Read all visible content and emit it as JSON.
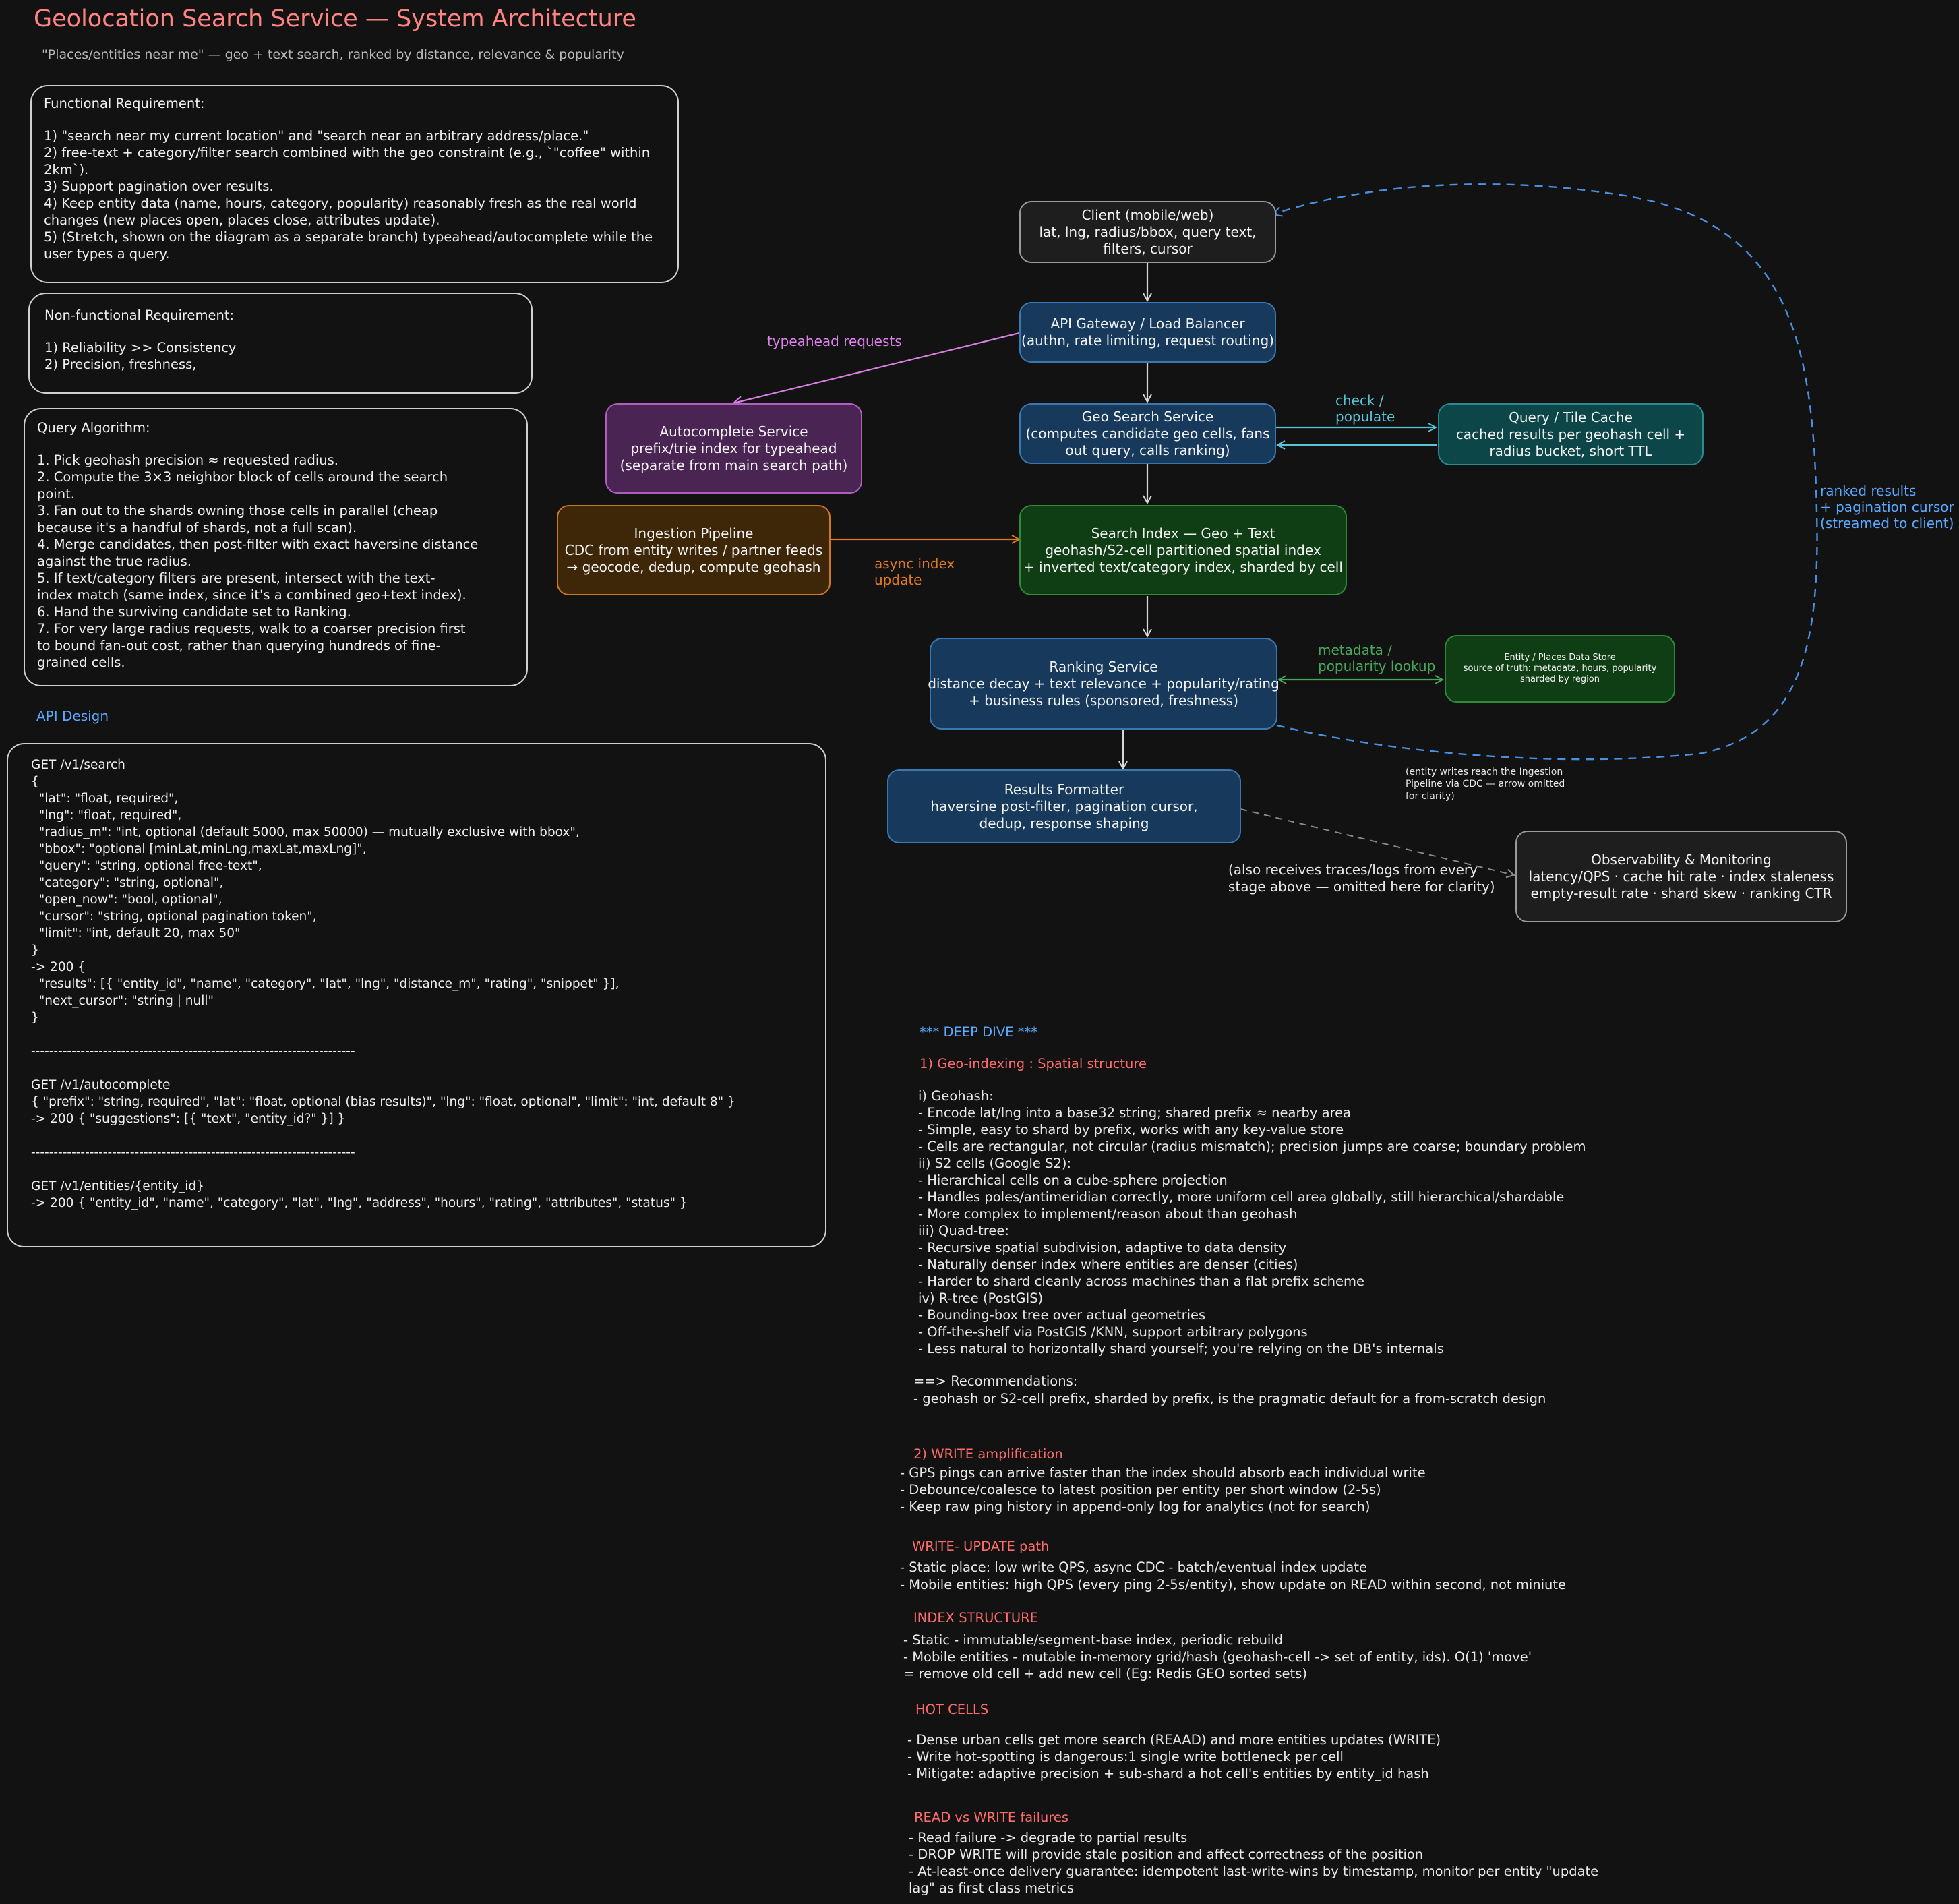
{
  "header": {
    "title": "Geolocation Search Service — System Architecture",
    "subtitle": "\"Places/entities near me\" — geo + text search, ranked by distance, relevance & popularity"
  },
  "functional": {
    "title": "Functional Requirement:",
    "lines": [
      "1) \"search near my current location\" and \"search near an arbitrary address/place.\"",
      "2) free-text + category/filter search combined with the geo constraint (e.g., `\"coffee\" within",
      "2km`).",
      "3) Support pagination over results.",
      "4) Keep entity data (name, hours, category, popularity) reasonably fresh as the real world",
      "changes (new places open, places close, attributes update).",
      "5) (Stretch, shown on the diagram as a separate branch) typeahead/autocomplete while the",
      "user types a query."
    ]
  },
  "nonfunctional": {
    "title": "Non-functional Requirement:",
    "lines": [
      "1) Reliability >> Consistency",
      "2) Precision, freshness,"
    ]
  },
  "algorithm": {
    "title": "Query Algorithm:",
    "lines": [
      "1. Pick geohash precision ≈ requested radius.",
      "2. Compute the 3×3 neighbor block of cells around the search",
      "point.",
      "3. Fan out to the shards owning those cells in parallel (cheap",
      "because it's a handful of shards, not a full scan).",
      "4. Merge candidates, then post-filter with exact haversine distance",
      "against the true radius.",
      "5. If text/category filters are present, intersect with the text-",
      "index match (same index, since it's a combined geo+text index).",
      "6. Hand the surviving candidate set to Ranking.",
      "7. For very large radius requests, walk to a coarser precision first",
      "to bound fan-out cost, rather than querying hundreds of fine-",
      "grained cells."
    ]
  },
  "api": {
    "label": "API Design",
    "lines": [
      "GET /v1/search",
      "{",
      "  \"lat\": \"float, required\",",
      "  \"lng\": \"float, required\",",
      "  \"radius_m\": \"int, optional (default 5000, max 50000) — mutually exclusive with bbox\",",
      "  \"bbox\": \"optional [minLat,minLng,maxLat,maxLng]\",",
      "  \"query\": \"string, optional free-text\",",
      "  \"category\": \"string, optional\",",
      "  \"open_now\": \"bool, optional\",",
      "  \"cursor\": \"string, optional pagination token\",",
      "  \"limit\": \"int, default 20, max 50\"",
      "}",
      "-> 200 {",
      "  \"results\": [{ \"entity_id\", \"name\", \"category\", \"lat\", \"lng\", \"distance_m\", \"rating\", \"snippet\" }],",
      "  \"next_cursor\": \"string | null\"",
      "}",
      "",
      "------------------------------------------------------------------------",
      "",
      "GET /v1/autocomplete",
      "{ \"prefix\": \"string, required\", \"lat\": \"float, optional (bias results)\", \"lng\": \"float, optional\", \"limit\": \"int, default 8\" }",
      "-> 200 { \"suggestions\": [{ \"text\", \"entity_id?\" }] }",
      "",
      "------------------------------------------------------------------------",
      "",
      "GET /v1/entities/{entity_id}",
      "-> 200 { \"entity_id\", \"name\", \"category\", \"lat\", \"lng\", \"address\", \"hours\", \"rating\", \"attributes\", \"status\" }"
    ]
  },
  "nodes": {
    "client": [
      "Client (mobile/web)",
      "lat, lng, radius/bbox, query text,",
      "filters, cursor"
    ],
    "gateway": [
      "API Gateway / Load Balancer",
      "(authn, rate limiting, request routing)"
    ],
    "geo": [
      "Geo Search Service",
      "(computes candidate geo cells, fans",
      "out query, calls ranking)"
    ],
    "cache": [
      "Query / Tile Cache",
      "cached results per geohash cell +",
      "radius bucket, short TTL"
    ],
    "autocomplete": [
      "Autocomplete Service",
      "prefix/trie index for typeahead",
      "(separate from main search path)"
    ],
    "ingestion": [
      "Ingestion Pipeline",
      "CDC from entity writes / partner feeds",
      "→ geocode, dedup, compute geohash"
    ],
    "index": [
      "Search Index — Geo + Text",
      "geohash/S2-cell partitioned spatial index",
      "+ inverted text/category index, sharded by cell"
    ],
    "ranking": [
      "Ranking Service",
      "distance decay + text relevance + popularity/rating",
      "+ business rules (sponsored, freshness)"
    ],
    "store": [
      "Entity / Places Data Store",
      "source of truth: metadata, hours, popularity",
      "sharded by region"
    ],
    "formatter": [
      "Results Formatter",
      "haversine post-filter, pagination cursor,",
      "dedup, response shaping"
    ],
    "observability": [
      "Observability & Monitoring",
      "latency/QPS · cache hit rate · index staleness",
      "empty-result rate · shard skew · ranking CTR"
    ]
  },
  "edge_labels": {
    "typeahead": "typeahead requests",
    "check_populate": [
      "check /",
      "populate"
    ],
    "async_index": [
      "async index",
      "update"
    ],
    "metadata": [
      "metadata /",
      "popularity lookup"
    ],
    "ranked": [
      "ranked results",
      "+ pagination cursor",
      "(streamed to client)"
    ]
  },
  "notes": {
    "cdc_note": [
      "(entity writes reach the Ingestion",
      "Pipeline via CDC — arrow omitted",
      "for clarity)"
    ],
    "traces_note": [
      "(also receives traces/logs from every",
      "stage above — omitted here for clarity)"
    ]
  },
  "deep_dive": {
    "title": "*** DEEP DIVE ***",
    "geo_head": "1) Geo-indexing : Spatial structure",
    "geo_lines": [
      "i) Geohash:",
      "- Encode lat/lng into a base32 string; shared prefix ≈ nearby area",
      "- Simple, easy to shard by prefix, works with any key-value store",
      "- Cells are rectangular, not circular (radius mismatch); precision jumps are coarse; boundary problem",
      "ii) S2 cells (Google S2):",
      "- Hierarchical cells on a cube-sphere projection",
      "- Handles poles/antimeridian correctly, more uniform cell area globally, still hierarchical/shardable",
      "- More complex to implement/reason about than geohash",
      "iii) Quad-tree:",
      "- Recursive spatial subdivision, adaptive to data density",
      "- Naturally denser index where entities are denser (cities)",
      "- Harder to shard cleanly across machines than a flat prefix scheme",
      "iv) R-tree (PostGIS)",
      "- Bounding-box tree over actual geometries",
      "- Off-the-shelf via PostGIS /KNN, support arbitrary polygons",
      "- Less natural to horizontally shard yourself; you're relying on the DB's internals"
    ],
    "reco_lines": [
      "==> Recommendations:",
      "- geohash or S2-cell prefix, sharded by prefix, is the pragmatic default for a from-scratch design"
    ],
    "write_head": "2) WRITE amplification",
    "write_lines": [
      "- GPS pings can arrive faster than the index should absorb each individual write",
      "- Debounce/coalesce to latest position per entity per short window (2-5s)",
      "- Keep raw ping history in append-only log for analytics (not for search)"
    ],
    "update_head": "WRITE- UPDATE path",
    "update_lines": [
      "- Static place: low write QPS, async CDC - batch/eventual index update",
      "- Mobile entities: high QPS (every ping 2-5s/entity), show update on READ within second, not miniute"
    ],
    "struct_head": "INDEX STRUCTURE",
    "struct_lines": [
      "- Static - immutable/segment-base index, periodic rebuild",
      "- Mobile entities - mutable in-memory grid/hash (geohash-cell -> set of entity, ids). O(1) 'move'",
      "= remove old cell + add new cell (Eg: Redis GEO sorted sets)"
    ],
    "hot_head": "HOT CELLS",
    "hot_lines": [
      "- Dense urban cells get more search (REAAD) and more entities updates (WRITE)",
      "- Write hot-spotting is dangerous:1 single write bottleneck per cell",
      "- Mitigate: adaptive precision + sub-shard a hot cell's entities by entity_id hash"
    ],
    "fail_head": "READ vs WRITE failures",
    "fail_lines": [
      "- Read failure -> degrade to partial results",
      "- DROP WRITE will provide stale position and affect correctness of the position",
      "- At-least-once delivery guarantee: idempotent last-write-wins by timestamp, monitor per entity \"update",
      "lag\" as first class metrics"
    ]
  }
}
